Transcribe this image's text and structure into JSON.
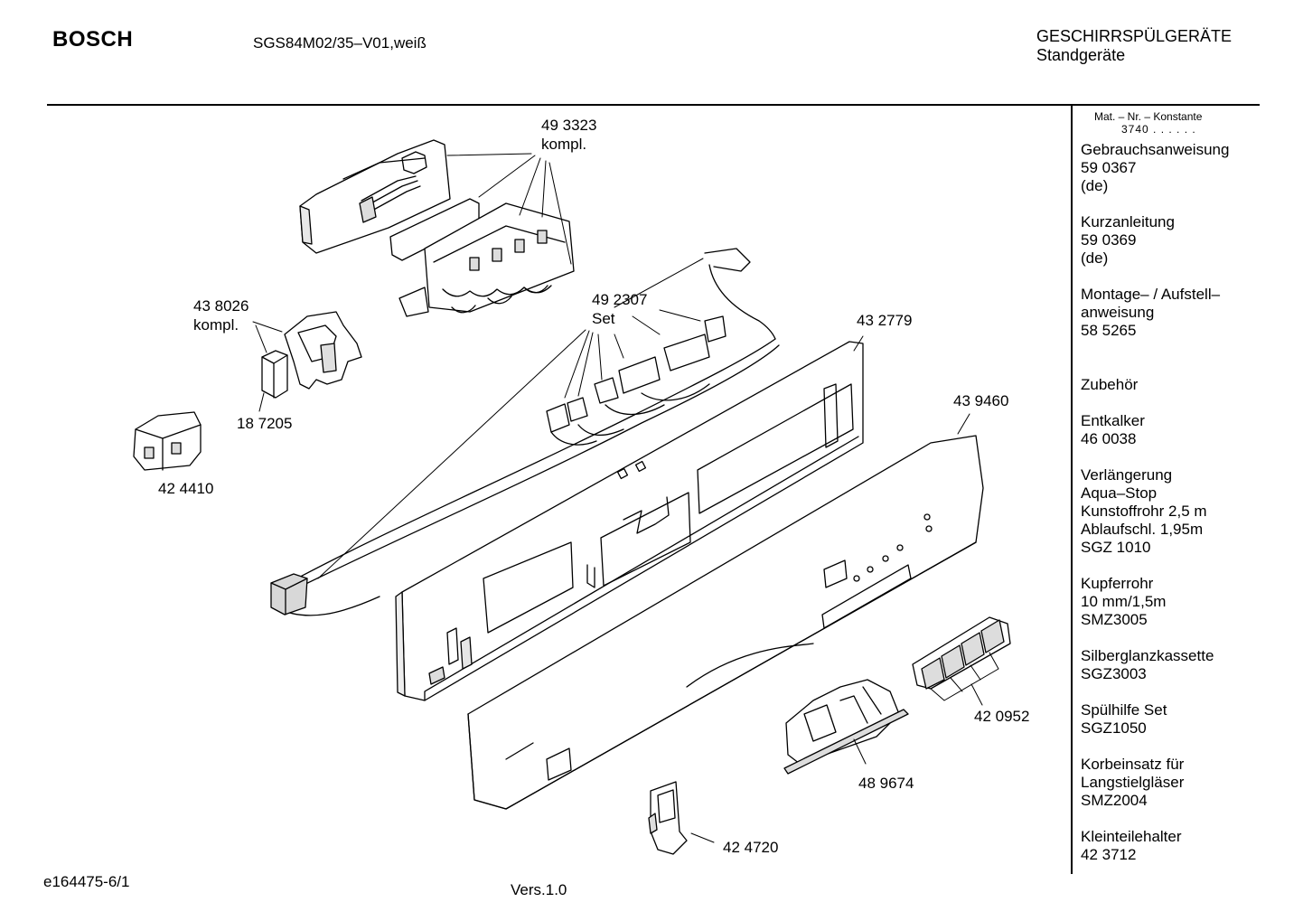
{
  "header": {
    "brand": "BOSCH",
    "model": "SGS84M02/35–V01,weiß",
    "category_line1": "GESCHIRRSPÜLGERÄTE",
    "category_line2": "Standgeräte"
  },
  "sidebar": {
    "constant_header": "Mat. – Nr. – Konstante",
    "constant_value": "3740 . . . . . .",
    "items": [
      {
        "lines": [
          "Gebrauchsanweisung",
          "59 0367",
          "(de)"
        ]
      },
      {
        "lines": [
          "Kurzanleitung",
          "59 0369",
          "(de)"
        ]
      },
      {
        "lines": [
          "Montage– / Aufstell–",
          "anweisung",
          "58 5265"
        ]
      },
      {
        "lines": [
          "",
          "Zubehör"
        ]
      },
      {
        "lines": [
          "Entkalker",
          "46 0038"
        ]
      },
      {
        "lines": [
          "Verlängerung",
          "Aqua–Stop",
          "Kunstoffrohr 2,5 m",
          "Ablaufschl. 1,95m",
          "SGZ 1010"
        ]
      },
      {
        "lines": [
          "Kupferrohr",
          "10 mm/1,5m",
          "SMZ3005"
        ]
      },
      {
        "lines": [
          "Silberglanzkassette",
          "SGZ3003"
        ]
      },
      {
        "lines": [
          "Spülhilfe Set",
          "SGZ1050"
        ]
      },
      {
        "lines": [
          "Korbeinsatz für",
          "Langstielgläser",
          "SMZ2004"
        ]
      },
      {
        "lines": [
          "Kleinteilehalter",
          "42 3712"
        ]
      }
    ]
  },
  "parts": {
    "p493323": {
      "number": "49 3323",
      "note": "kompl."
    },
    "p438026": {
      "number": "43 8026",
      "note": "kompl."
    },
    "p492307": {
      "number": "49 2307",
      "note": "Set"
    },
    "p432779": {
      "number": "43 2779"
    },
    "p439460": {
      "number": "43 9460"
    },
    "p187205": {
      "number": "18 7205"
    },
    "p424410": {
      "number": "42 4410"
    },
    "p420952": {
      "number": "42 0952"
    },
    "p489674": {
      "number": "48 9674"
    },
    "p424720": {
      "number": "42 4720"
    }
  },
  "footer": {
    "doc_id": "e164475-6/1",
    "version": "Vers.1.0"
  }
}
